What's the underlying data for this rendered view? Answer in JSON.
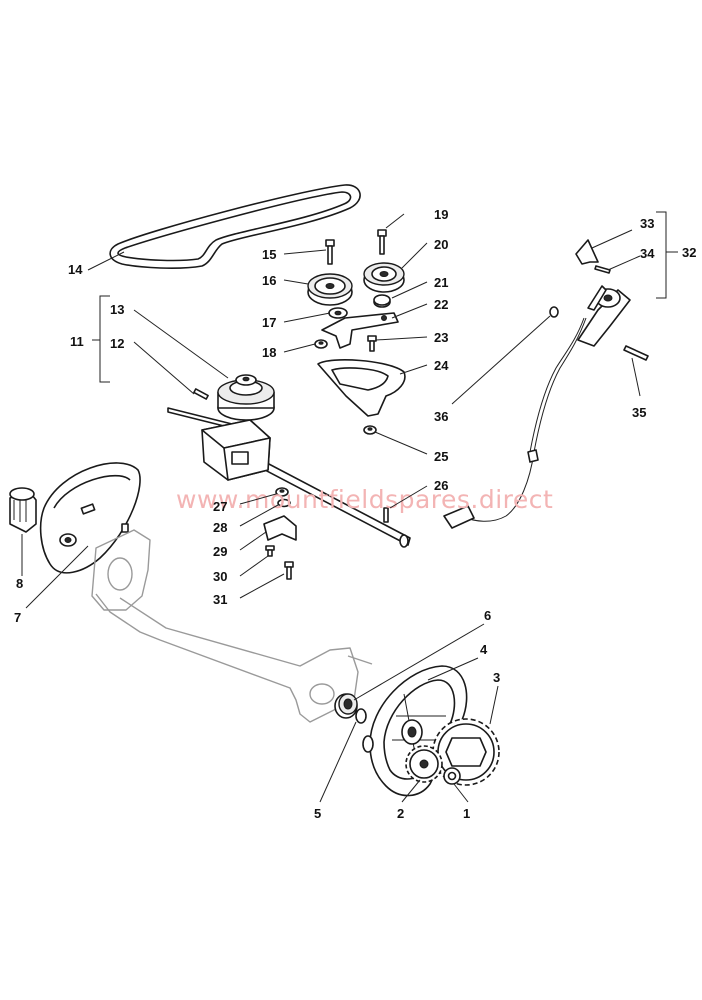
{
  "watermark": "www.mountfieldspares.direct",
  "parts": [
    {
      "id": "p1",
      "label": "1"
    },
    {
      "id": "p2",
      "label": "2"
    },
    {
      "id": "p3",
      "label": "3"
    },
    {
      "id": "p4",
      "label": "4"
    },
    {
      "id": "p5",
      "label": "5"
    },
    {
      "id": "p6",
      "label": "6"
    },
    {
      "id": "p7",
      "label": "7"
    },
    {
      "id": "p8",
      "label": "8"
    },
    {
      "id": "p11",
      "label": "11"
    },
    {
      "id": "p12",
      "label": "12"
    },
    {
      "id": "p13",
      "label": "13"
    },
    {
      "id": "p14",
      "label": "14"
    },
    {
      "id": "p15",
      "label": "15"
    },
    {
      "id": "p16",
      "label": "16"
    },
    {
      "id": "p17",
      "label": "17"
    },
    {
      "id": "p18",
      "label": "18"
    },
    {
      "id": "p19",
      "label": "19"
    },
    {
      "id": "p20",
      "label": "20"
    },
    {
      "id": "p21",
      "label": "21"
    },
    {
      "id": "p22",
      "label": "22"
    },
    {
      "id": "p23",
      "label": "23"
    },
    {
      "id": "p24",
      "label": "24"
    },
    {
      "id": "p25",
      "label": "25"
    },
    {
      "id": "p26",
      "label": "26"
    },
    {
      "id": "p27",
      "label": "27"
    },
    {
      "id": "p28",
      "label": "28"
    },
    {
      "id": "p29",
      "label": "29"
    },
    {
      "id": "p30",
      "label": "30"
    },
    {
      "id": "p31",
      "label": "31"
    },
    {
      "id": "p32",
      "label": "32"
    },
    {
      "id": "p33",
      "label": "33"
    },
    {
      "id": "p34",
      "label": "34"
    },
    {
      "id": "p35",
      "label": "35"
    },
    {
      "id": "p36",
      "label": "36"
    }
  ]
}
